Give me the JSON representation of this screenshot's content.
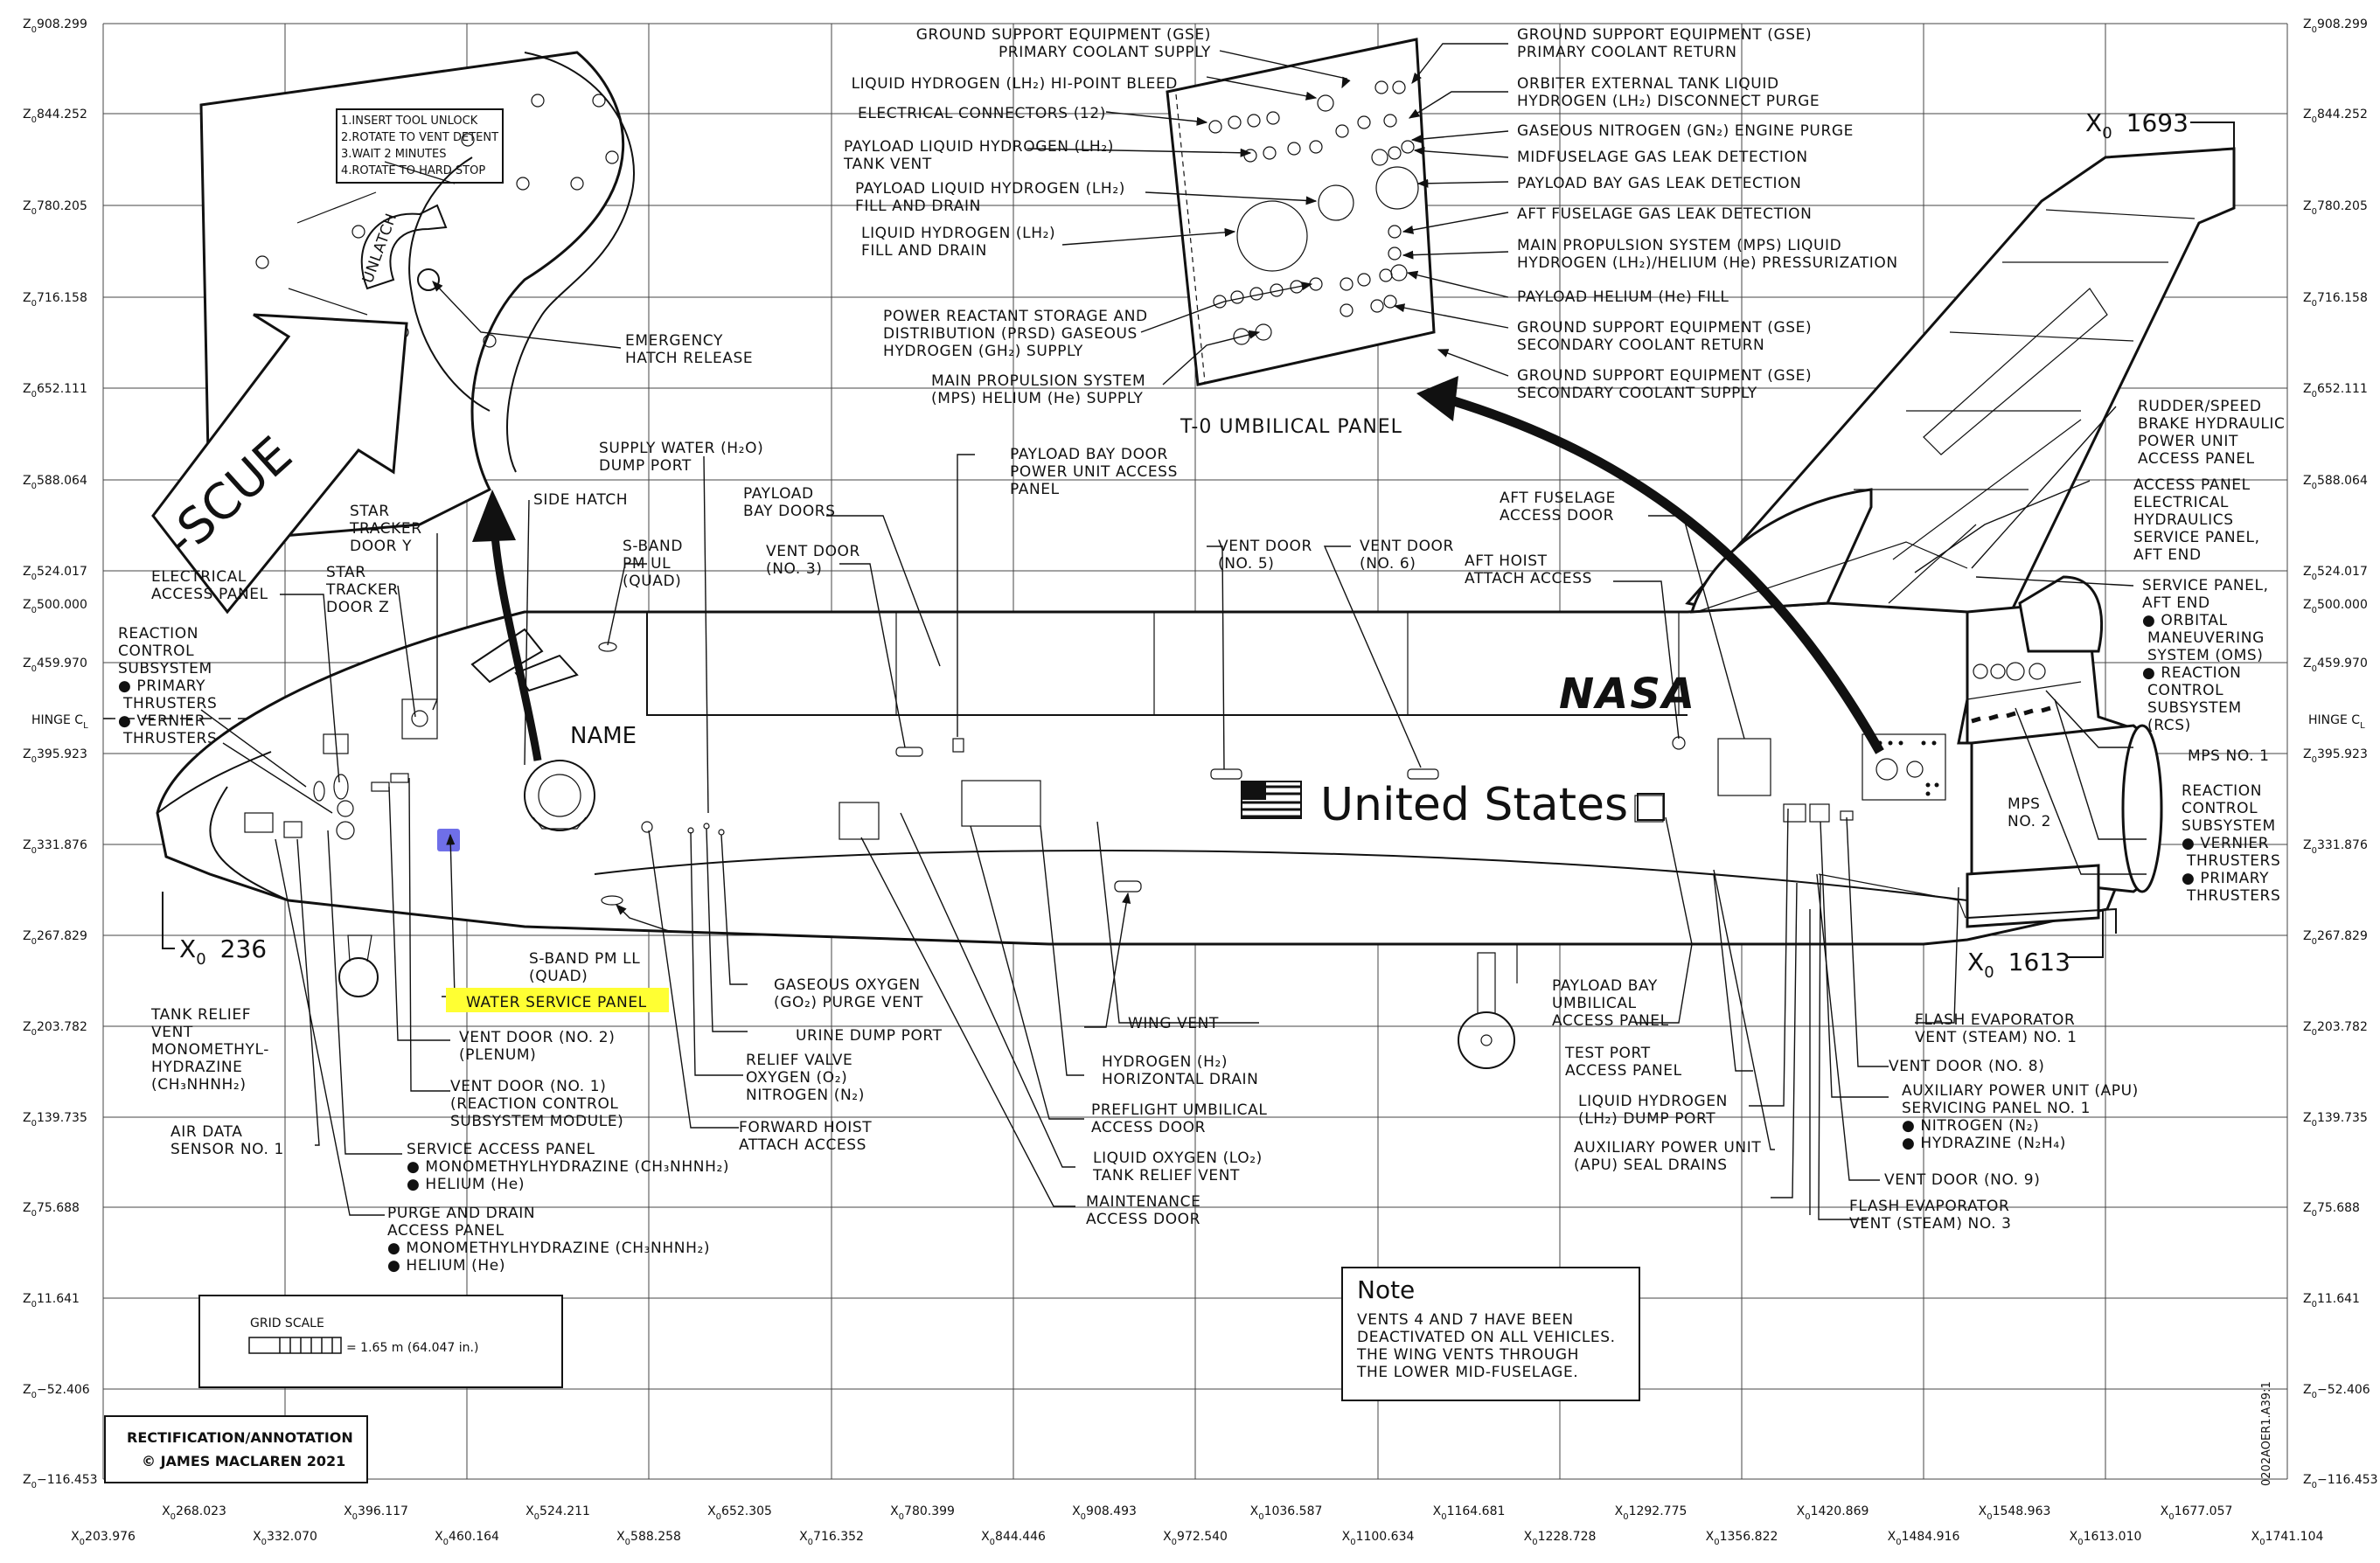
{
  "colors": {
    "highlight": "#ffff33",
    "blue_marker": "#6f6fe8",
    "ink": "#111111",
    "grid": "#444444"
  },
  "axis": {
    "hinge_label": "HINGE C",
    "hinge_sub": "L",
    "z_left": [
      {
        "pre": "Z",
        "sub": "0",
        "val": "908.299"
      },
      {
        "pre": "Z",
        "sub": "0",
        "val": "844.252"
      },
      {
        "pre": "Z",
        "sub": "0",
        "val": "780.205"
      },
      {
        "pre": "Z",
        "sub": "0",
        "val": "716.158"
      },
      {
        "pre": "Z",
        "sub": "0",
        "val": "652.111"
      },
      {
        "pre": "Z",
        "sub": "0",
        "val": "588.064"
      },
      {
        "pre": "Z",
        "sub": "0",
        "val": "524.017"
      },
      {
        "pre": "Z",
        "sub": "0",
        "val": "500.000"
      },
      {
        "pre": "Z",
        "sub": "0",
        "val": "459.970"
      },
      {
        "pre": "Z",
        "sub": "0",
        "val": "395.923"
      },
      {
        "pre": "Z",
        "sub": "0",
        "val": "331.876"
      },
      {
        "pre": "Z",
        "sub": "0",
        "val": "267.829"
      },
      {
        "pre": "Z",
        "sub": "0",
        "val": "203.782"
      },
      {
        "pre": "Z",
        "sub": "0",
        "val": "139.735"
      },
      {
        "pre": "Z",
        "sub": "0",
        "val": "75.688"
      },
      {
        "pre": "Z",
        "sub": "0",
        "val": "11.641"
      },
      {
        "pre": "Z",
        "sub": "0",
        "val": "−52.406"
      },
      {
        "pre": "Z",
        "sub": "0",
        "val": "−116.453"
      }
    ],
    "x_top_row": [
      {
        "pre": "X",
        "sub": "0",
        "val": "268.023"
      },
      {
        "pre": "X",
        "sub": "0",
        "val": "396.117"
      },
      {
        "pre": "X",
        "sub": "0",
        "val": "524.211"
      },
      {
        "pre": "X",
        "sub": "0",
        "val": "652.305"
      },
      {
        "pre": "X",
        "sub": "0",
        "val": "780.399"
      },
      {
        "pre": "X",
        "sub": "0",
        "val": "908.493"
      },
      {
        "pre": "X",
        "sub": "0",
        "val": "1036.587"
      },
      {
        "pre": "X",
        "sub": "0",
        "val": "1164.681"
      },
      {
        "pre": "X",
        "sub": "0",
        "val": "1292.775"
      },
      {
        "pre": "X",
        "sub": "0",
        "val": "1420.869"
      },
      {
        "pre": "X",
        "sub": "0",
        "val": "1548.963"
      },
      {
        "pre": "X",
        "sub": "0",
        "val": "1677.057"
      }
    ],
    "x_bottom_row": [
      {
        "pre": "X",
        "sub": "0",
        "val": "203.976"
      },
      {
        "pre": "X",
        "sub": "0",
        "val": "332.070"
      },
      {
        "pre": "X",
        "sub": "0",
        "val": "460.164"
      },
      {
        "pre": "X",
        "sub": "0",
        "val": "588.258"
      },
      {
        "pre": "X",
        "sub": "0",
        "val": "716.352"
      },
      {
        "pre": "X",
        "sub": "0",
        "val": "844.446"
      },
      {
        "pre": "X",
        "sub": "0",
        "val": "972.540"
      },
      {
        "pre": "X",
        "sub": "0",
        "val": "1100.634"
      },
      {
        "pre": "X",
        "sub": "0",
        "val": "1228.728"
      },
      {
        "pre": "X",
        "sub": "0",
        "val": "1356.822"
      },
      {
        "pre": "X",
        "sub": "0",
        "val": "1484.916"
      },
      {
        "pre": "X",
        "sub": "0",
        "val": "1613.010"
      },
      {
        "pre": "X",
        "sub": "0",
        "val": "1741.104"
      }
    ],
    "station_236": {
      "pre": "X",
      "sub": "0",
      "val": "236"
    },
    "station_1613": {
      "pre": "X",
      "sub": "0",
      "val": "1613"
    },
    "station_1693": {
      "pre": "X",
      "sub": "0",
      "val": "1693"
    }
  },
  "hatch": {
    "instructions": [
      "1.INSERT TOOL UNLOCK",
      "2.ROTATE TO VENT DETENT",
      "3.WAIT 2 MINUTES",
      "4.ROTATE TO HARD STOP"
    ],
    "unlatch": "UNLATCH",
    "rescue": "-SCUE"
  },
  "umbilical_title": "T-0 UMBILICAL PANEL",
  "labels": {
    "gse_primary_supply": [
      "GROUND SUPPORT EQUIPMENT (GSE)",
      "PRIMARY COOLANT SUPPLY"
    ],
    "lh2_hipoint": "LIQUID HYDROGEN (LH₂) HI-POINT BLEED",
    "elec_connectors": "ELECTRICAL CONNECTORS (12)",
    "payload_lh2_vent": [
      "PAYLOAD LIQUID HYDROGEN (LH₂)",
      "TANK VENT"
    ],
    "payload_lh2_fill": [
      "PAYLOAD LIQUID HYDROGEN (LH₂)",
      "FILL AND DRAIN"
    ],
    "lh2_fill": [
      "LIQUID HYDROGEN (LH₂)",
      "FILL AND DRAIN"
    ],
    "prsd": [
      "POWER REACTANT STORAGE AND",
      "DISTRIBUTION (PRSD) GASEOUS",
      "HYDROGEN (GH₂) SUPPLY"
    ],
    "mps_helium": [
      "MAIN PROPULSION SYSTEM",
      "(MPS) HELIUM (He) SUPPLY"
    ],
    "gse_primary_return": [
      "GROUND SUPPORT EQUIPMENT (GSE)",
      "PRIMARY COOLANT RETURN"
    ],
    "orbiter_et": [
      "ORBITER EXTERNAL TANK LIQUID",
      "HYDROGEN (LH₂) DISCONNECT PURGE"
    ],
    "gn2_purge": "GASEOUS NITROGEN (GN₂) ENGINE PURGE",
    "midfuse_leak": "MIDFUSELAGE GAS LEAK DETECTION",
    "payload_bay_leak": "PAYLOAD BAY GAS LEAK DETECTION",
    "aft_fuse_leak": "AFT FUSELAGE GAS LEAK DETECTION",
    "mps_press": [
      "MAIN PROPULSION SYSTEM (MPS) LIQUID",
      "HYDROGEN (LH₂)/HELIUM (He) PRESSURIZATION"
    ],
    "payload_helium": "PAYLOAD HELIUM (He) FILL",
    "gse_secondary_return": [
      "GROUND SUPPORT EQUIPMENT (GSE)",
      "SECONDARY COOLANT RETURN"
    ],
    "gse_secondary_supply": [
      "GROUND SUPPORT EQUIPMENT (GSE)",
      "SECONDARY COOLANT SUPPLY"
    ],
    "emergency_hatch": [
      "EMERGENCY",
      "HATCH RELEASE"
    ],
    "supply_water": [
      "SUPPLY WATER (H₂O)",
      "DUMP PORT"
    ],
    "side_hatch": "SIDE HATCH",
    "star_y": [
      "STAR",
      "TRACKER",
      "DOOR Y"
    ],
    "star_z": [
      "STAR",
      "TRACKER",
      "DOOR Z"
    ],
    "elec_access": [
      "ELECTRICAL",
      "ACCESS PANEL"
    ],
    "rcs_fwd": [
      "REACTION",
      "CONTROL",
      "SUBSYSTEM",
      "● PRIMARY",
      "  THRUSTERS",
      "● VERNIER",
      "  THRUSTERS"
    ],
    "sband_ul": [
      "S-BAND",
      "PM UL",
      "(QUAD)"
    ],
    "payload_bay_doors": [
      "PAYLOAD",
      "BAY DOORS"
    ],
    "vent_door_3": [
      "VENT DOOR",
      "(NO. 3)"
    ],
    "pbd_power": [
      "PAYLOAD BAY DOOR",
      "POWER UNIT ACCESS",
      "PANEL"
    ],
    "vent_door_5": [
      "VENT DOOR",
      "(NO. 5)"
    ],
    "vent_door_6": [
      "VENT DOOR",
      "(NO. 6)"
    ],
    "aft_hoist": "AFT HOIST\nATTACH ACCESS",
    "aft_hoist_lines": [
      "AFT HOIST",
      "ATTACH ACCESS"
    ],
    "aft_fuse_door": [
      "AFT FUSELAGE",
      "ACCESS DOOR"
    ],
    "rudder": [
      "RUDDER/SPEED",
      "BRAKE HYDRAULIC",
      "POWER UNIT",
      "ACCESS PANEL"
    ],
    "access_aft": [
      "ACCESS PANEL",
      "ELECTRICAL",
      "HYDRAULICS",
      "SERVICE PANEL,",
      "AFT END"
    ],
    "service_aft": [
      "SERVICE PANEL,",
      "AFT END",
      "● ORBITAL",
      "  MANEUVERING",
      "  SYSTEM (OMS)",
      "● REACTION",
      "  CONTROL",
      "  SUBSYSTEM",
      "  (RCS)"
    ],
    "mps_1": "MPS NO. 1",
    "mps_2": [
      "MPS",
      "NO. 2"
    ],
    "rcs_aft": [
      "REACTION",
      "CONTROL",
      "SUBSYSTEM",
      "● VERNIER",
      "  THRUSTERS",
      "● PRIMARY",
      "  THRUSTERS"
    ],
    "name": "NAME",
    "united_states": "United  States",
    "nasa": "NASA",
    "sband_ll": [
      "S-BAND PM LL",
      "(QUAD)"
    ],
    "water_service": "WATER SERVICE PANEL",
    "go2_purge": [
      "GASEOUS OXYGEN",
      "(GO₂) PURGE VENT"
    ],
    "urine_dump": "URINE DUMP PORT",
    "relief_valve": [
      "RELIEF VALVE",
      "OXYGEN (O₂)",
      "NITROGEN (N₂)"
    ],
    "fwd_hoist": [
      "FORWARD HOIST",
      "ATTACH ACCESS"
    ],
    "wing_vent": "WING VENT",
    "h2_drain": [
      "HYDROGEN (H₂)",
      "HORIZONTAL DRAIN"
    ],
    "preflight": [
      "PREFLIGHT UMBILICAL",
      "ACCESS DOOR"
    ],
    "lo2_relief": [
      "LIQUID OXYGEN (LO₂)",
      "TANK RELIEF VENT"
    ],
    "maintenance": [
      "MAINTENANCE",
      "ACCESS DOOR"
    ],
    "tank_relief": [
      "TANK RELIEF",
      "VENT",
      "MONOMETHYL-",
      "HYDRAZINE",
      "(CH₃NHNH₂)"
    ],
    "vent_door_2": [
      "VENT DOOR (NO. 2)",
      "(PLENUM)"
    ],
    "vent_door_1": [
      "VENT DOOR (NO. 1)",
      "(REACTION CONTROL",
      "SUBSYSTEM MODULE)"
    ],
    "air_data": [
      "AIR DATA",
      "SENSOR NO. 1"
    ],
    "service_access": [
      "SERVICE ACCESS PANEL",
      "● MONOMETHYLHYDRAZINE (CH₃NHNH₂)",
      "● HELIUM (He)"
    ],
    "purge_drain": [
      "PURGE AND DRAIN",
      "ACCESS PANEL",
      "● MONOMETHYLHYDRAZINE (CH₃NHNH₂)",
      "● HELIUM (He)"
    ],
    "payload_umb": [
      "PAYLOAD BAY",
      "UMBILICAL",
      "ACCESS PANEL"
    ],
    "test_port": [
      "TEST PORT",
      "ACCESS PANEL"
    ],
    "lh2_dump": [
      "LIQUID HYDROGEN",
      "(LH₂) DUMP PORT"
    ],
    "apu_seal": [
      "AUXILIARY POWER UNIT",
      "(APU) SEAL DRAINS"
    ],
    "flash_1": [
      "FLASH EVAPORATOR",
      "VENT (STEAM) NO. 1"
    ],
    "vent_door_8": "VENT DOOR (NO. 8)",
    "apu_service": [
      "AUXILIARY POWER UNIT (APU)",
      "SERVICING PANEL NO. 1",
      "● NITROGEN (N₂)",
      "● HYDRAZINE (N₂H₄)"
    ],
    "vent_door_9": "VENT DOOR (NO. 9)",
    "flash_3": [
      "FLASH EVAPORATOR",
      "VENT (STEAM) NO. 3"
    ]
  },
  "grid_scale": {
    "title": "GRID SCALE",
    "value": "= 1.65 m (64.047 in.)"
  },
  "credit": {
    "line1": "RECTIFICATION/ANNOTATION",
    "line2": "© JAMES MACLAREN 2021"
  },
  "note": {
    "title": "Note",
    "lines": [
      "VENTS 4 AND 7 HAVE BEEN",
      "DEACTIVATED ON ALL VEHICLES.",
      "THE WING VENTS THROUGH",
      "THE LOWER MID-FUSELAGE."
    ]
  },
  "doc_id": "0202AOER1.A39:1"
}
